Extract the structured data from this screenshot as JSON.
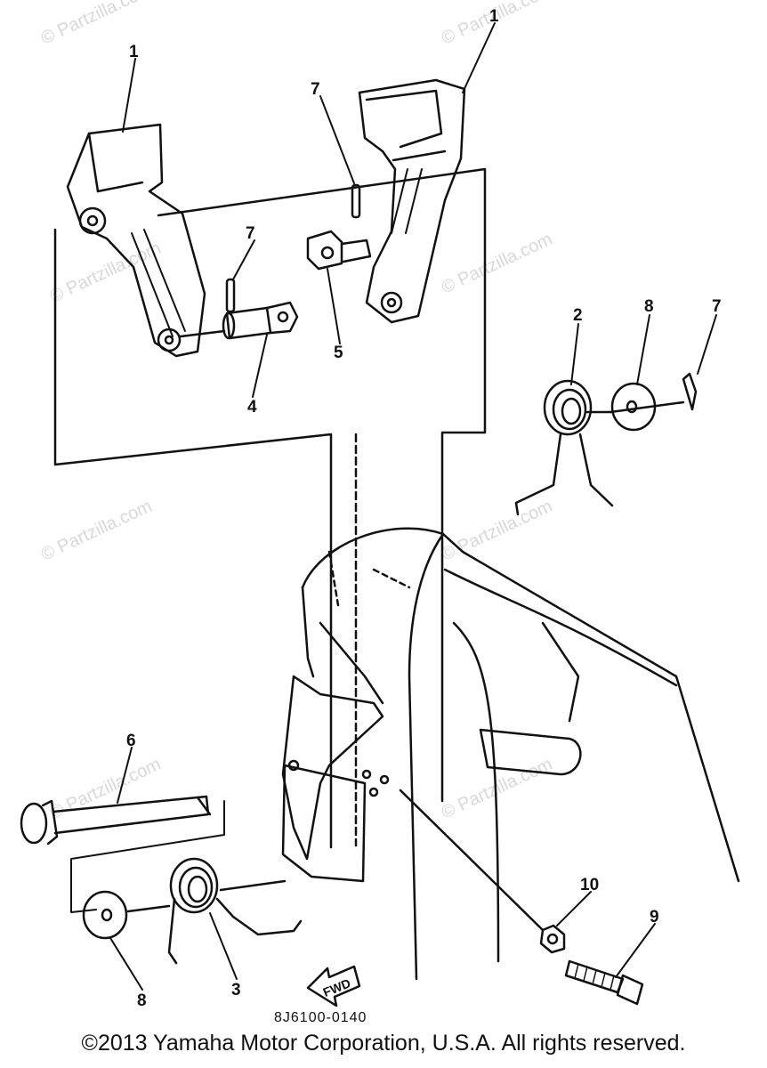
{
  "watermark": "© Partzilla.com",
  "callouts": {
    "part1_left": "1",
    "part1_right": "1",
    "part2": "2",
    "part3": "3",
    "part4": "4",
    "part5": "5",
    "part6": "6",
    "part7_center": "7",
    "part7_left": "7",
    "part7_right": "7",
    "part8_top": "8",
    "part8_bottom": "8",
    "part9": "9",
    "part10": "10"
  },
  "fwd_label": "FWD",
  "diagram_code": "8J6100-0140",
  "copyright": "©2013 Yamaha Motor Corporation, U.S.A. All rights reserved."
}
